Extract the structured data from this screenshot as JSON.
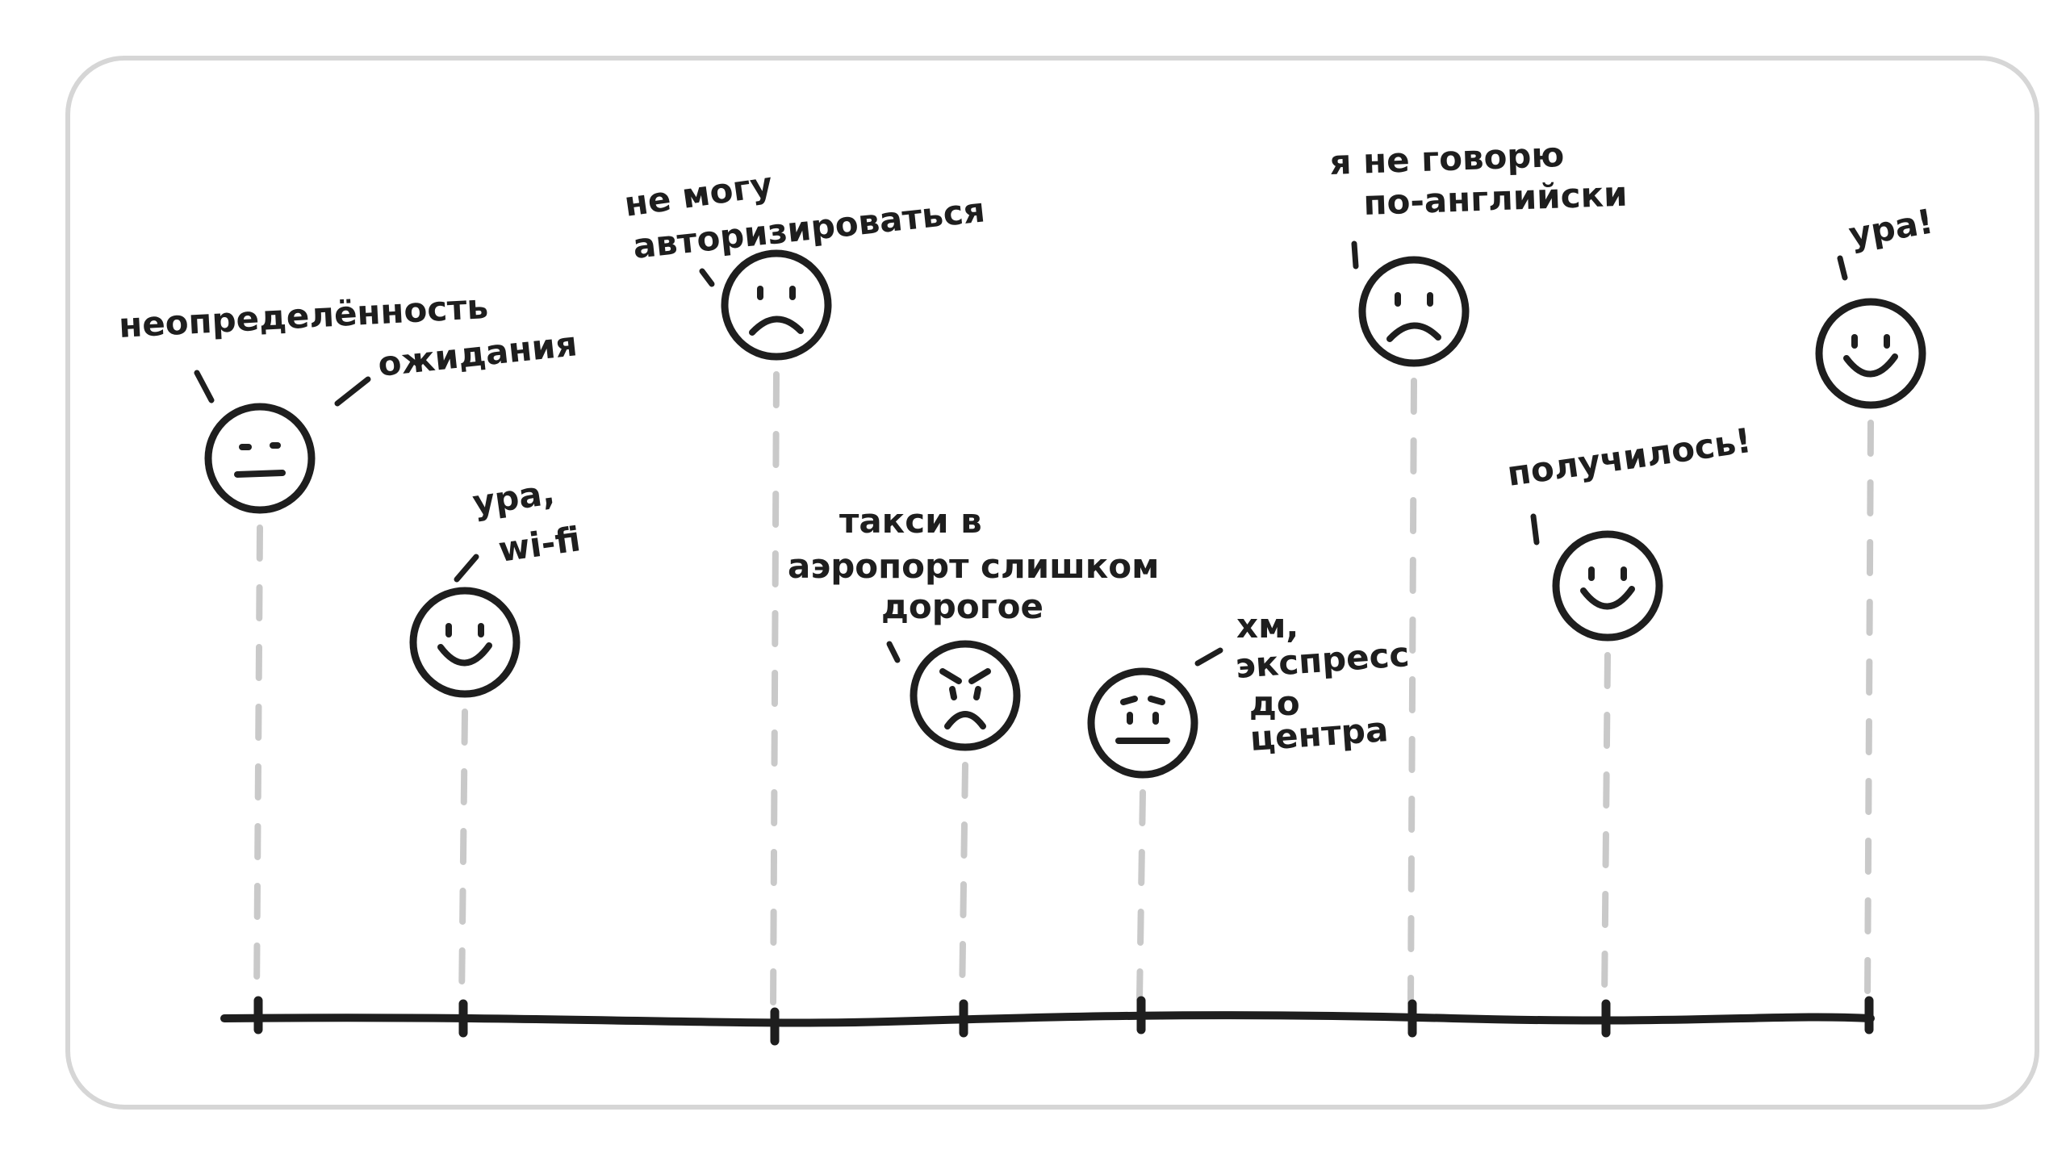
{
  "colors": {
    "ink": "#1e1e1e",
    "dash": "#c9c9c9",
    "frame": "#d6d6d6",
    "paper": "#ffffff"
  },
  "points": [
    {
      "id": "uncertainty",
      "mood": "neutral",
      "lines": [
        "неопределённость",
        "ожидания"
      ]
    },
    {
      "id": "wifi",
      "mood": "happy",
      "lines": [
        "ура,",
        "wi-fi"
      ]
    },
    {
      "id": "login",
      "mood": "sad",
      "lines": [
        "не могу",
        "авторизироваться"
      ]
    },
    {
      "id": "taxi",
      "mood": "angry",
      "lines": [
        "такси в",
        "аэропорт слишком",
        "дорогое"
      ]
    },
    {
      "id": "express",
      "mood": "doubtful",
      "lines": [
        "хм,",
        "экспресс",
        "до",
        "центра"
      ]
    },
    {
      "id": "english",
      "mood": "sad",
      "lines": [
        "я не говорю",
        "по-английски"
      ]
    },
    {
      "id": "success",
      "mood": "happy",
      "lines": [
        "получилось!"
      ]
    },
    {
      "id": "hooray",
      "mood": "happy",
      "lines": [
        "ура!"
      ]
    }
  ]
}
